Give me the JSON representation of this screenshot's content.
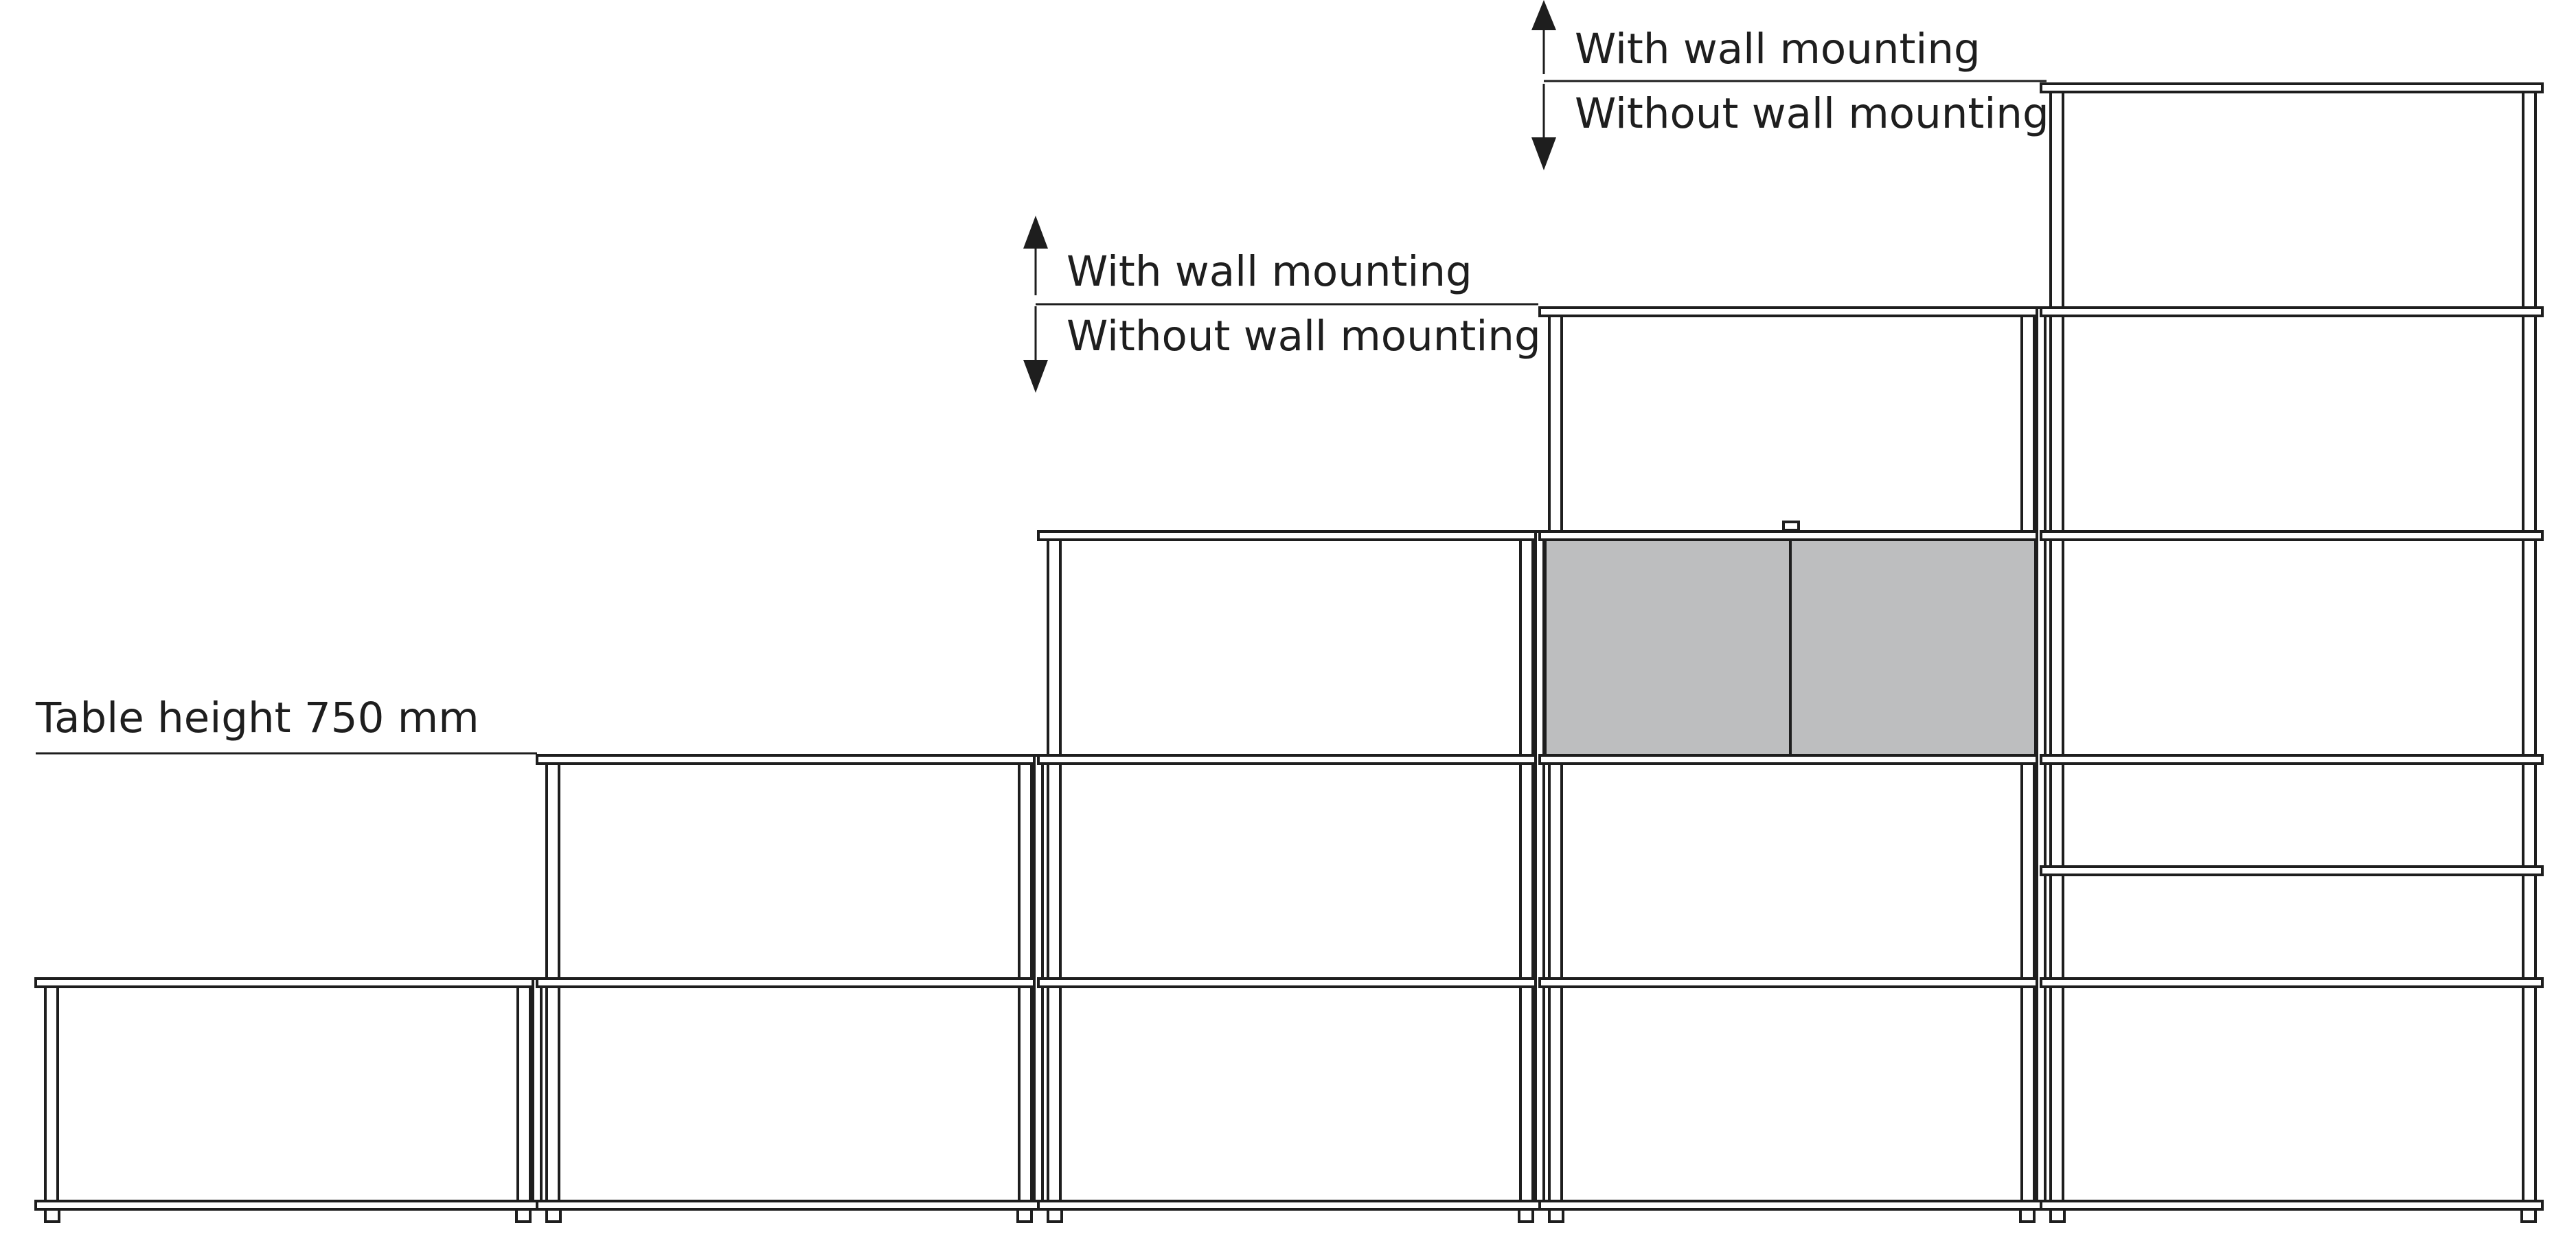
{
  "annotations": {
    "table_height": "Table height 750 mm",
    "upper_with": "With wall mounting",
    "upper_without": "Without wall mounting",
    "middle_with": "With wall mounting",
    "middle_without": "Without wall mounting"
  },
  "colors": {
    "line": "#1e1e1e",
    "door_fill": "#bdbebf",
    "background": "#ffffff"
  },
  "shelving": {
    "columns": 5,
    "column_levels": [
      1,
      2,
      3,
      4,
      5
    ],
    "door_panel_count": 2
  }
}
